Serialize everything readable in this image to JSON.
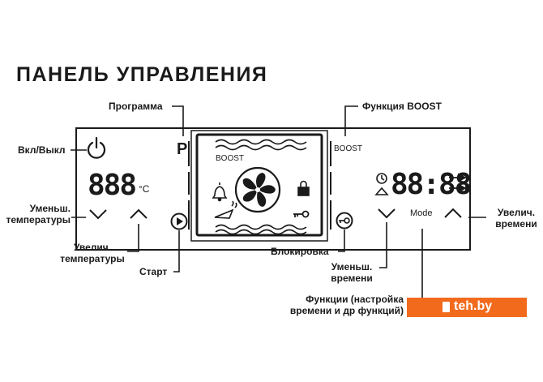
{
  "title": "ПАНЕЛЬ УПРАВЛЕНИЯ",
  "labels": {
    "program": "Программа",
    "boost_function": "Функция BOOST",
    "power": "Вкл/Выкл",
    "temp_down_1": "Уменьш.",
    "temp_down_2": "температуры",
    "temp_up_1": "Увелич.",
    "temp_up_2": "температуры",
    "start": "Старт",
    "lock": "Блокировка",
    "time_down_1": "Уменьш.",
    "time_down_2": "времени",
    "time_up_1": "Увелич.",
    "time_up_2": "времени",
    "functions_1": "Функции (настройка",
    "functions_2": "времени и др функций)"
  },
  "panel": {
    "program_letter": "P",
    "boost_small": "BOOST",
    "boost_screen": "BOOST",
    "temp_digits": "888",
    "temp_unit": "°C",
    "time_digits": "88:88",
    "mode": "Mode"
  },
  "watermark": {
    "text": "teh.by",
    "color": "#f26b1d"
  },
  "icons": [
    "power-icon",
    "play-icon",
    "key-icon",
    "fan-icon",
    "lock-icon",
    "bell-icon",
    "clock-icon",
    "chevron-down-icon",
    "chevron-up-icon"
  ]
}
